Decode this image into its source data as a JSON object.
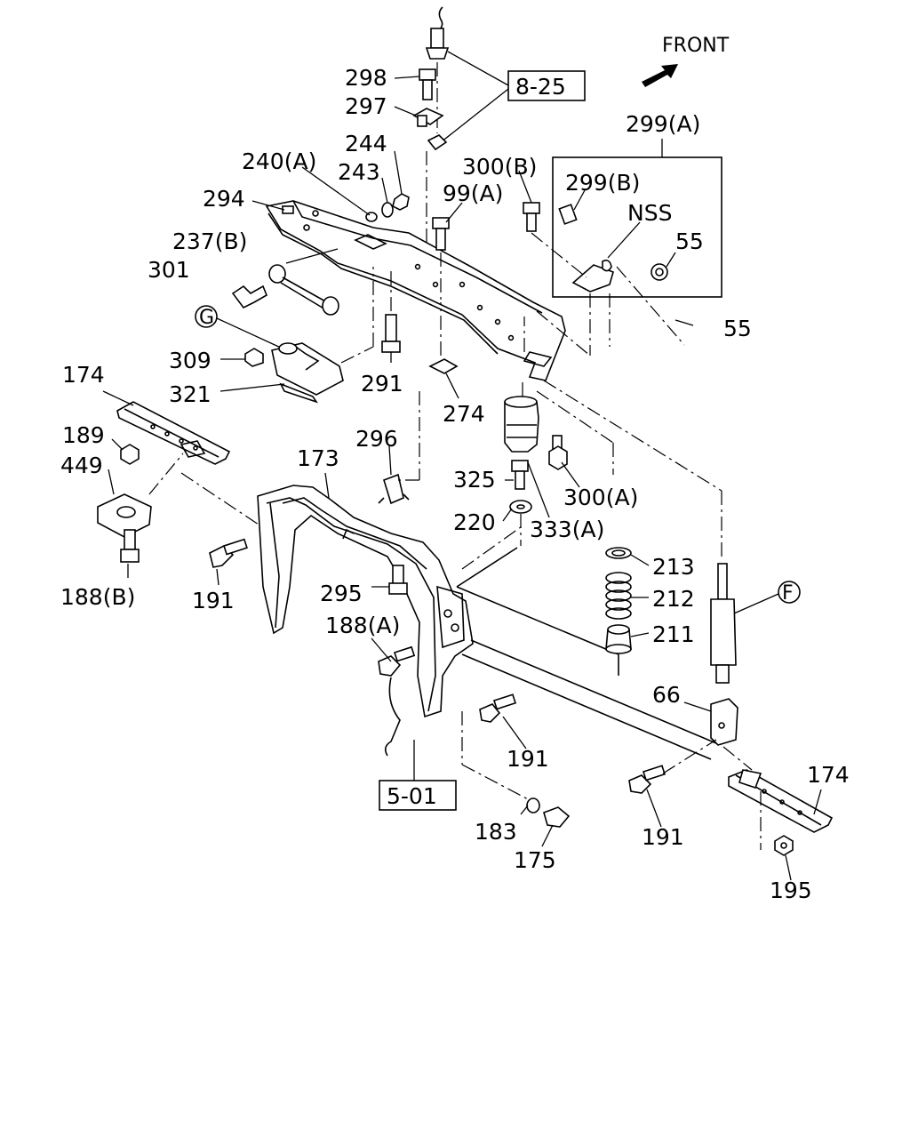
{
  "direction": {
    "label": "FRONT"
  },
  "refs": {
    "r825": "8-25",
    "r501": "5-01"
  },
  "callouts": {
    "g": "G",
    "f": "F"
  },
  "inset": {
    "title": "299(A)"
  },
  "labels": {
    "p298": "298",
    "p297": "297",
    "p244": "244",
    "p243": "243",
    "p240a": "240(A)",
    "p294": "294",
    "p237b": "237(B)",
    "p301": "301",
    "p99a": "99(A)",
    "p300b": "300(B)",
    "p299b": "299(B)",
    "nss": "NSS",
    "p55a": "55",
    "p55b": "55",
    "p309": "309",
    "p321": "321",
    "p291": "291",
    "p174a": "174",
    "p189": "189",
    "p449": "449",
    "p274": "274",
    "p296": "296",
    "p173": "173",
    "p325": "325",
    "p300a": "300(A)",
    "p220": "220",
    "p333a": "333(A)",
    "p213": "213",
    "p212": "212",
    "p211": "211",
    "p188b": "188(B)",
    "p191a": "191",
    "p295": "295",
    "p188a": "188(A)",
    "p66": "66",
    "p174b": "174",
    "p191b": "191",
    "p191c": "191",
    "p183": "183",
    "p175": "175",
    "p195": "195"
  }
}
